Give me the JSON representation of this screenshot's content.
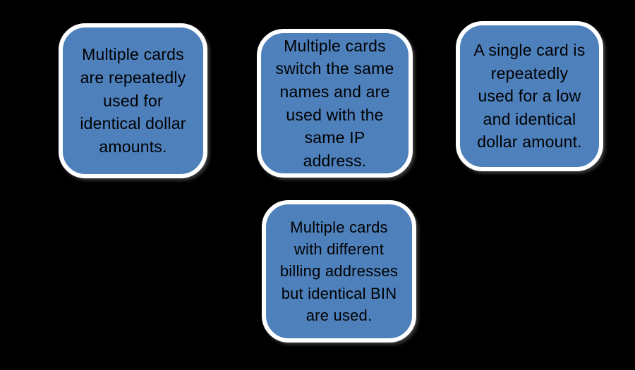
{
  "diagram": {
    "background_color": "#000000",
    "card_fill_color": "#4E80BC",
    "card_border_color": "#FFFFFF",
    "card_text_color": "#000000",
    "cards": [
      {
        "text": "Multiple cards\nare repeatedly\nused for\nidentical dollar\namounts."
      },
      {
        "text": "Multiple cards\nswitch the same\nnames and are\nused with the\nsame IP\naddress."
      },
      {
        "text": "A single card is\nrepeatedly\nused for a low\nand identical\ndollar amount."
      },
      {
        "text": "Multiple cards\nwith different\nbilling addresses\nbut identical BIN\nare used."
      }
    ]
  }
}
